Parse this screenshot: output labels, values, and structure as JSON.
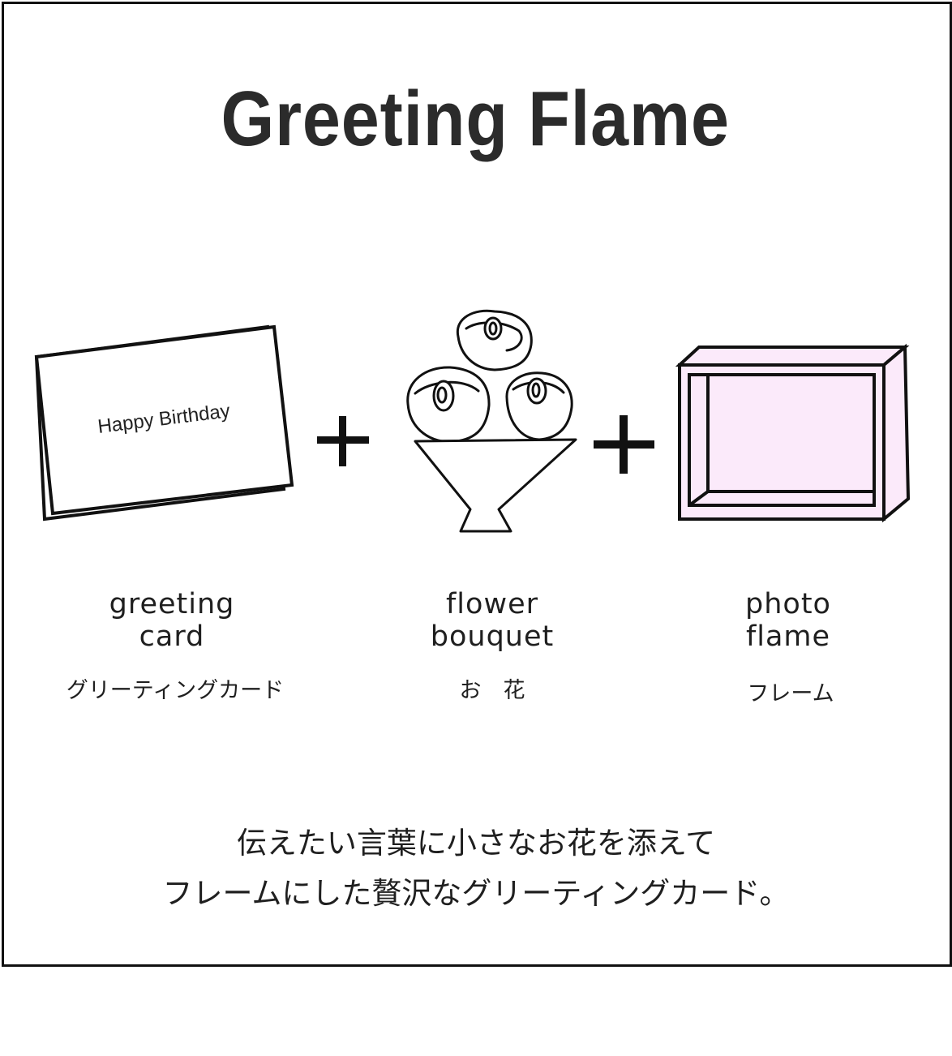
{
  "title": "Greeting Flame",
  "items": [
    {
      "name_en": [
        "greeting",
        "card"
      ],
      "name_ja": "グリーティングカード",
      "card_text": "Happy Birthday",
      "icon": "greeting-card-icon"
    },
    {
      "name_en": [
        "flower",
        "bouquet"
      ],
      "name_ja": "お　花",
      "icon": "flower-bouquet-icon"
    },
    {
      "name_en": [
        "photo",
        "flame"
      ],
      "name_ja": "フレーム",
      "icon": "photo-frame-icon"
    }
  ],
  "operator": "+",
  "tagline": [
    "伝えたい言葉に小さなお花を添えて",
    "フレームにした贅沢なグリーティングカード。"
  ],
  "colors": {
    "frame_fill": "#fbeafa",
    "stroke": "#111111",
    "text": "#222222"
  }
}
